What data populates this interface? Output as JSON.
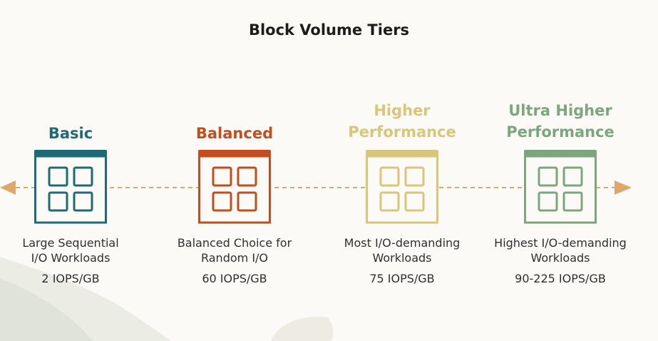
{
  "title": "Block Volume Tiers",
  "colors": {
    "basic": "#1d6b75",
    "balanced": "#c24d1e",
    "higher": "#d8c67a",
    "ultra": "#7fa57e",
    "arrow": "#e0a76a"
  },
  "tiers": [
    {
      "name": "Basic",
      "desc_line1": "Large Sequential",
      "desc_line2": "I/O Workloads",
      "iops": "2 IOPS/GB",
      "icon": "block-volume-icon"
    },
    {
      "name": "Balanced",
      "desc_line1": "Balanced Choice for",
      "desc_line2": "Random I/O",
      "iops": "60 IOPS/GB",
      "icon": "block-volume-icon"
    },
    {
      "name_line1": "Higher",
      "name_line2": "Performance",
      "desc_line1": "Most I/O-demanding",
      "desc_line2": "Workloads",
      "iops": "75 IOPS/GB",
      "icon": "block-volume-icon"
    },
    {
      "name_line1": "Ultra Higher",
      "name_line2": "Performance",
      "desc_line1": "Highest I/O-demanding",
      "desc_line2": "Workloads",
      "iops": "90-225 IOPS/GB",
      "icon": "block-volume-icon"
    }
  ]
}
